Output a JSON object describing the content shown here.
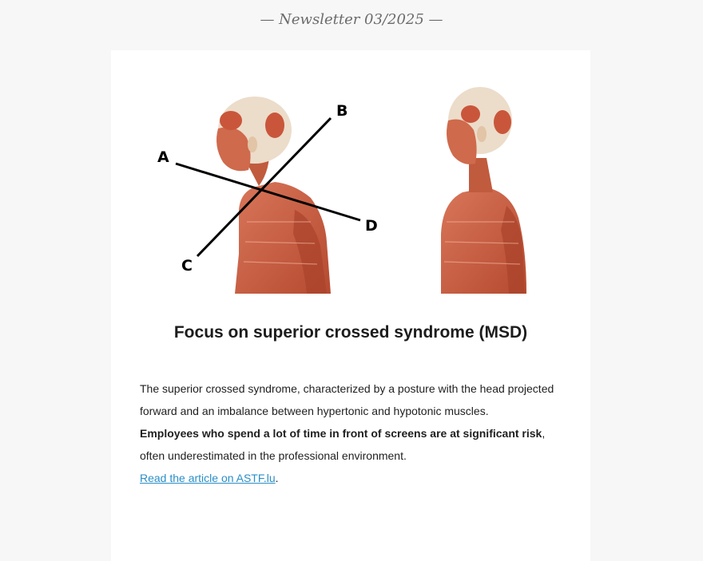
{
  "header": {
    "label": "— Newsletter 03/2025 —"
  },
  "figure": {
    "labels": {
      "a": "A",
      "b": "B",
      "c": "C",
      "d": "D"
    }
  },
  "article": {
    "title": "Focus on superior crossed syndrome (MSD)",
    "para1": "The superior crossed syndrome, characterized by a posture with the head projected forward and an imbalance between hypertonic and hypotonic muscles.",
    "para2_bold": "Employees who spend a lot of time in front of screens are at significant risk",
    "para2_rest": ", often underestimated in the professional environment.",
    "link_text": "Read the article on ASTF.lu",
    "link_suffix": "."
  },
  "colors": {
    "page_bg": "#f7f7f7",
    "card_bg": "#ffffff",
    "link": "#2a8fc7",
    "muscle": "#c8573a",
    "skin": "#e9d6c2"
  }
}
